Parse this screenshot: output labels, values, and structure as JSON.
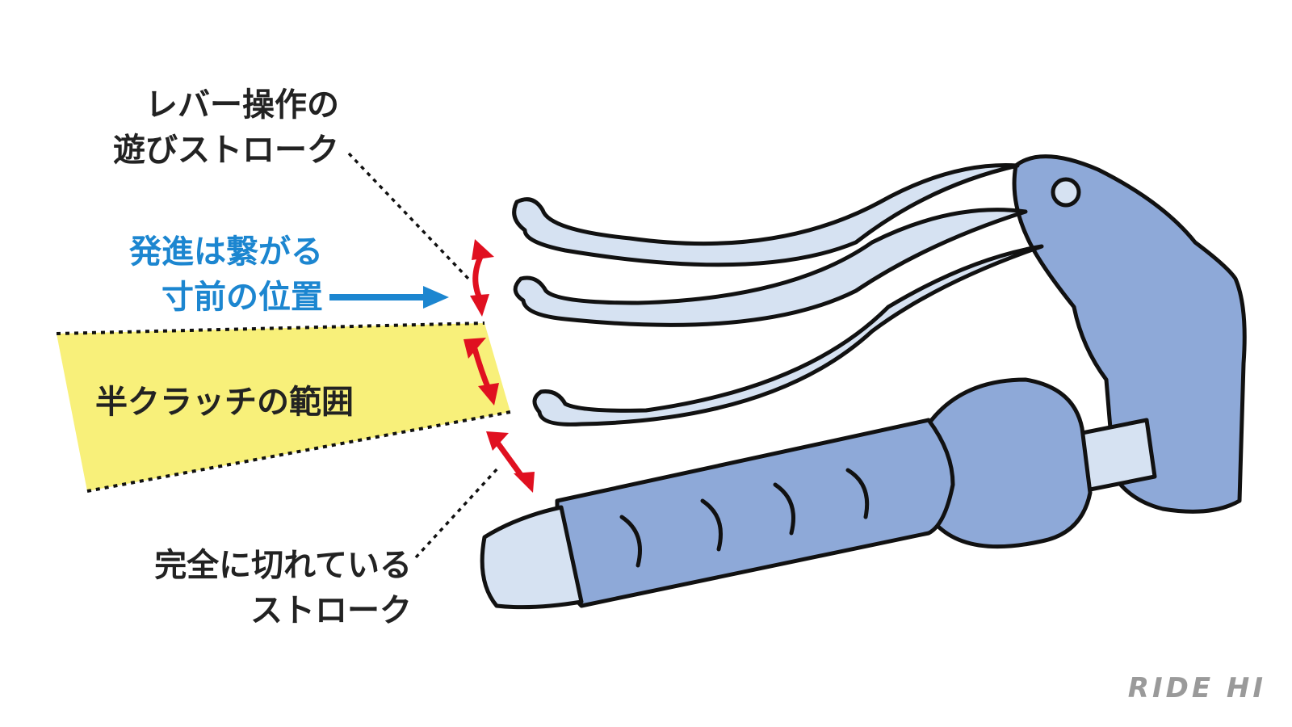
{
  "labels": {
    "play_stroke": [
      "レバー操作の",
      "遊びストローク"
    ],
    "start_position": [
      "発進は繋がる",
      "寸前の位置"
    ],
    "half_clutch": "半クラッチの範囲",
    "fully_disengaged": [
      "完全に切れている",
      "ストローク"
    ]
  },
  "watermark": "RIDE HI",
  "colors": {
    "text": "#222222",
    "accent_blue": "#1c86d0",
    "range_yellow": "#f8f07a",
    "arrow_red": "#e01020",
    "lever_light": "#d6e2f2",
    "body_blue": "#8ea9d8",
    "outline": "#111111"
  },
  "icons": [
    "clutch-lever-illustration",
    "double-headed-arrow-icon",
    "right-arrow-icon"
  ]
}
